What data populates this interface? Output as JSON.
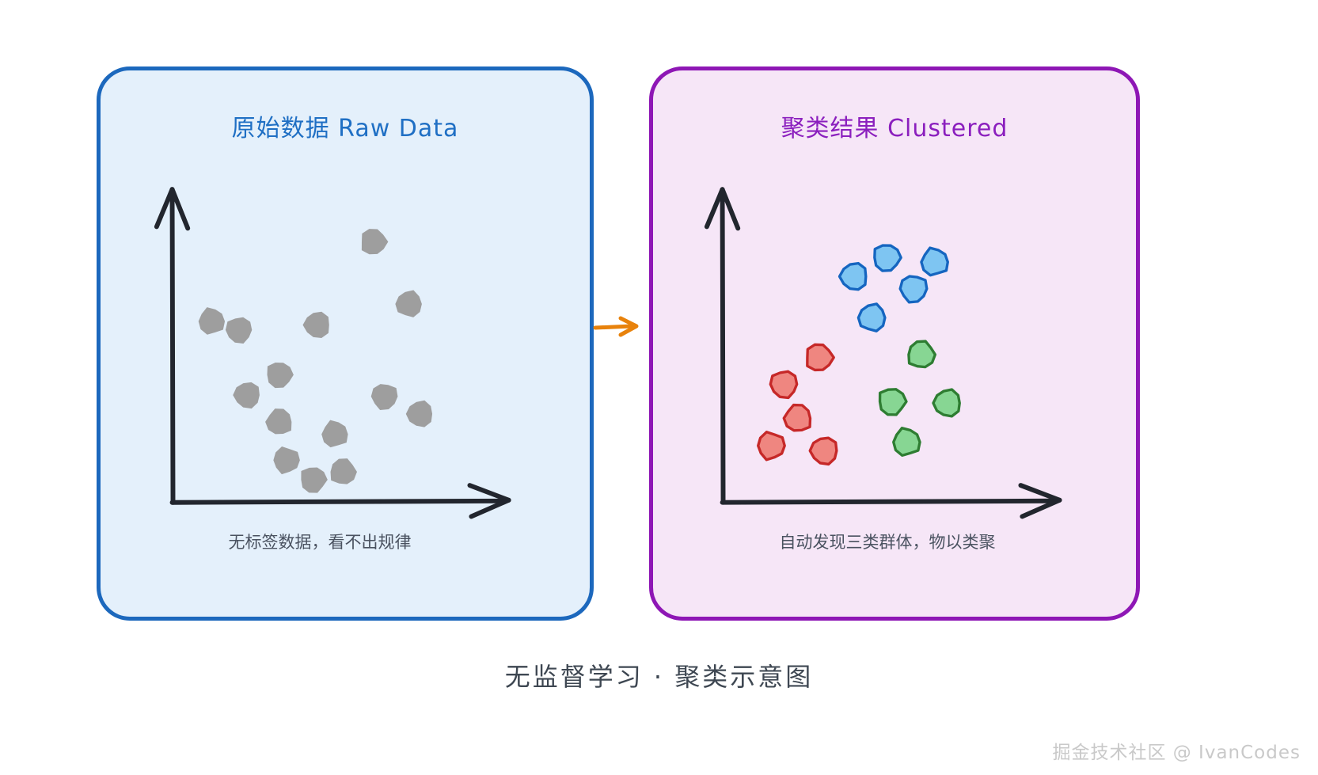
{
  "figure": {
    "bottom_caption": "无监督学习 · 聚类示意图",
    "watermark": "掘金技术社区 @ IvanCodes",
    "flow_arrow_icon": "arrow-right-icon",
    "flow_arrow_color": "#e8820c",
    "background": "#ffffff"
  },
  "panels": {
    "raw": {
      "title": "原始数据 Raw Data",
      "caption": "无标签数据，看不出规律",
      "border_color": "#1c68bd",
      "fill_color": "#e4f0fb",
      "title_color": "#1f6fc4",
      "axis_color": "#22262e",
      "dot_fill": "#9e9e9e",
      "dot_stroke": "none",
      "dot_radius": 17
    },
    "clustered": {
      "title": "聚类结果 Clustered",
      "caption": "自动发现三类群体，物以类聚",
      "border_color": "#8e17b5",
      "fill_color": "#f6e6f7",
      "title_color": "#8b1fbe",
      "axis_color": "#22262e",
      "dot_radius": 17,
      "clusters": [
        {
          "name": "blue-cluster",
          "fill": "#7ec5f2",
          "stroke": "#1565c0",
          "count": 5
        },
        {
          "name": "red-cluster",
          "fill": "#ef8680",
          "stroke": "#c62828",
          "count": 5
        },
        {
          "name": "green-cluster",
          "fill": "#87d693",
          "stroke": "#2e7d32",
          "count": 4
        }
      ]
    }
  },
  "chart_data": [
    {
      "type": "scatter",
      "title": "原始数据 Raw Data",
      "subtitle": "无标签数据，看不出规律",
      "xlabel": "",
      "ylabel": "",
      "xlim": [
        0,
        560
      ],
      "ylim": [
        0,
        420
      ],
      "grid": false,
      "legend": "none",
      "series": [
        {
          "name": "unlabeled",
          "color": "#9e9e9e",
          "points": [
            [
              178,
              170
            ],
            [
              243,
              239
            ],
            [
              273,
              88
            ],
            [
              358,
              140
            ],
            [
              400,
              268
            ],
            [
              339,
              354
            ],
            [
              109,
              232
            ],
            [
              178,
              105
            ],
            [
              190,
              52
            ],
            [
              123,
              142
            ],
            [
              287,
              36
            ],
            [
              236,
              25
            ],
            [
              419,
              116
            ],
            [
              62,
              244
            ]
          ]
        }
      ]
    },
    {
      "type": "scatter",
      "title": "聚类结果 Clustered",
      "subtitle": "自动发现三类群体，物以类聚",
      "xlabel": "",
      "ylabel": "",
      "xlim": [
        0,
        560
      ],
      "ylim": [
        0,
        420
      ],
      "grid": false,
      "legend": "none",
      "series": [
        {
          "name": "blue-cluster",
          "color": "#7ec5f2",
          "stroke": "#1565c0",
          "points": [
            [
              272,
              332
            ],
            [
              216,
              306
            ],
            [
              354,
              326
            ],
            [
              318,
              289
            ],
            [
              247,
              249
            ]
          ]
        },
        {
          "name": "red-cluster",
          "color": "#ef8680",
          "stroke": "#c62828",
          "points": [
            [
              156,
              194
            ],
            [
              96,
              157
            ],
            [
              120,
              110
            ],
            [
              74,
              72
            ],
            [
              165,
              65
            ]
          ]
        },
        {
          "name": "green-cluster",
          "color": "#87d693",
          "stroke": "#2e7d32",
          "points": [
            [
              331,
              198
            ],
            [
              281,
              133
            ],
            [
              376,
              131
            ],
            [
              306,
              77
            ]
          ]
        }
      ]
    }
  ]
}
